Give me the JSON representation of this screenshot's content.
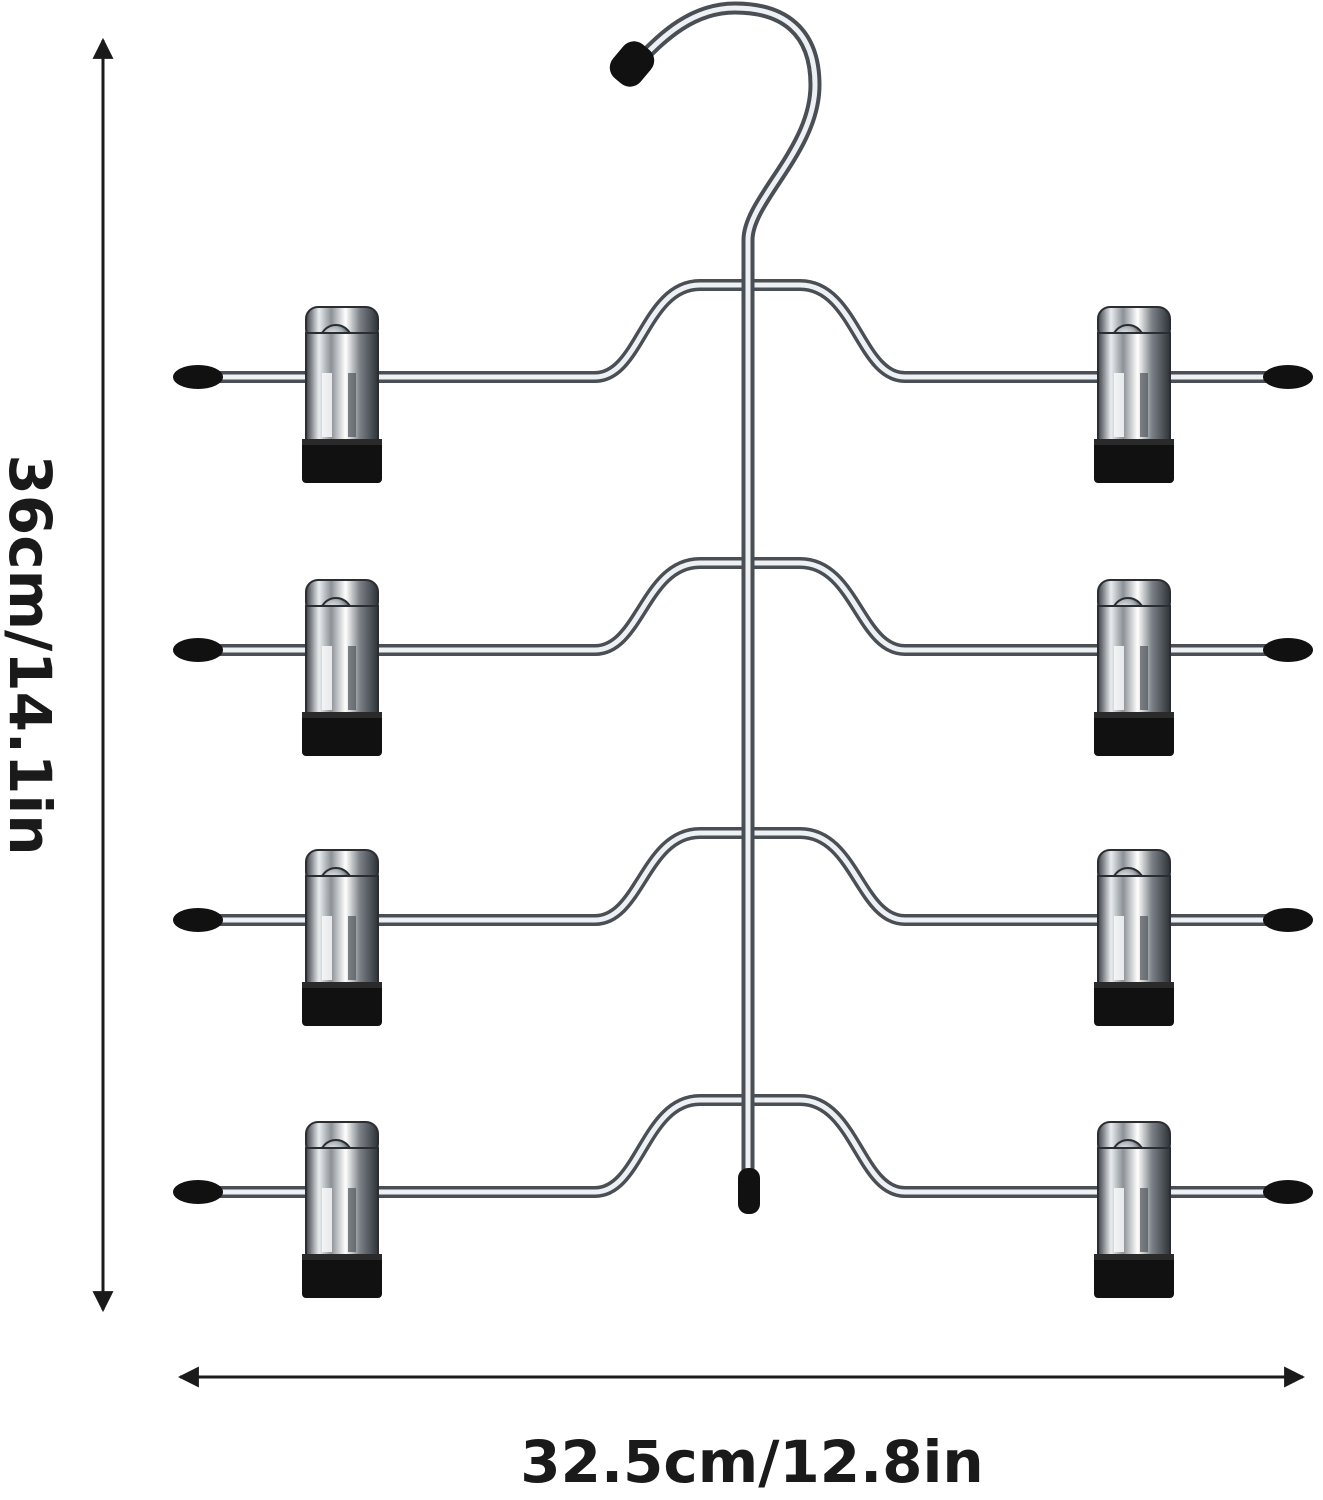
{
  "dimensions": {
    "height_label": "36cm/14.1in",
    "width_label": "32.5cm/12.8in"
  },
  "product": {
    "tier_count": 4,
    "clips_per_tier": 2
  },
  "colors": {
    "background": "#ffffff",
    "dimension_line": "#1a1a1a",
    "chrome_dark": "#4a4f55",
    "chrome_light": "#f2f4f6",
    "rubber_cap": "#111111"
  },
  "icons": {
    "hook": "hanger-hook-icon",
    "clip": "pants-clip-icon"
  }
}
